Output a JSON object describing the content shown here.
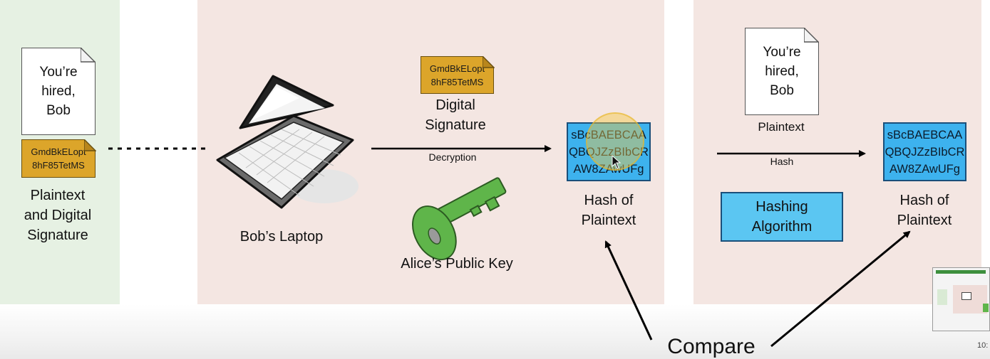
{
  "left_panel": {
    "document_text": "You’re\nhired,\nBob",
    "signature_text": "GmdBkELopt\n8hF85TetMS",
    "caption": "Plaintext\nand Digital\nSignature"
  },
  "middle_panel": {
    "laptop_label": "Bob’s Laptop",
    "signature_text": "GmdBkELopt\n8hF85TetMS",
    "signature_caption": "Digital\nSignature",
    "decryption_label": "Decryption",
    "key_label": "Alice’s Public Key",
    "hash_text": "sBcBAEBCAA\nQBQJZzBIbCR\nAW8ZAwUFg",
    "hash_caption": "Hash of\nPlaintext"
  },
  "right_panel": {
    "document_text": "You’re\nhired,\nBob",
    "plaintext_caption": "Plaintext",
    "hash_arrow_label": "Hash",
    "algorithm_label": "Hashing\nAlgorithm",
    "hash_text": "sBcBAEBCAA\nQBQJZzBIbCR\nAW8ZAwUFg",
    "hash_caption": "Hash of\nPlaintext"
  },
  "compare_label": "Compare",
  "video_timestamp": "10:",
  "colors": {
    "left_panel_bg": "#e6f1e3",
    "panel_bg": "#f4e6e2",
    "signature_gold": "#dca52a",
    "hash_blue": "#3db2ee",
    "algorithm_blue": "#5bc6f2",
    "key_green": "#5fb54a",
    "cursor_highlight": "#f5c842"
  },
  "icons": [
    "laptop-icon",
    "key-icon",
    "mouse-pointer-icon"
  ]
}
